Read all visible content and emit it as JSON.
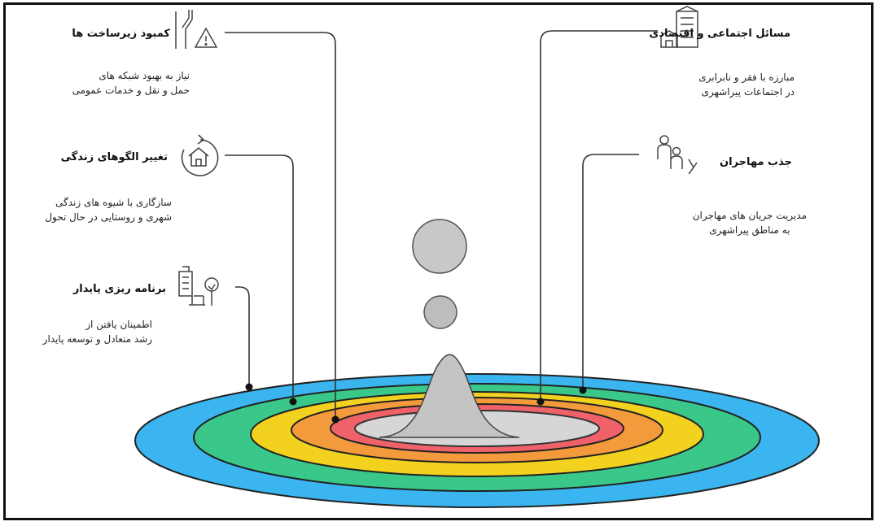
{
  "items": {
    "infrastructure": {
      "title": "کمبود زیرساخت ها",
      "desc": [
        "نیاز به بهبود شبکه های",
        "حمل و نقل و خدمات عمومی"
      ],
      "icon": "city-warning-icon"
    },
    "lifestyle": {
      "title": "تغییر الگوهای زندگی",
      "desc": [
        "سازگاری با شیوه های زندگی",
        "شهری و روستایی در حال تحول"
      ],
      "icon": "home-cycle-icon"
    },
    "sustainable": {
      "title": "برنامه ریزی پایدار",
      "desc": [
        "اطمینان یافتن از",
        "رشد متعادل و توسعه پایدار"
      ],
      "icon": "building-tree-icon"
    },
    "socioeconomic": {
      "title": "مسائل اجتماعی و اقتصادی",
      "desc": [
        "مبارزه با فقر و نابرابری",
        "در اجتماعات پیراشهری"
      ],
      "icon": "houses-icon"
    },
    "migrants": {
      "title": "جذب مهاجران",
      "desc": [
        "مدیریت جریان های مهاجران",
        "به مناطق پیراشهری"
      ],
      "icon": "people-arrow-icon"
    }
  },
  "rings": {
    "colors": [
      "#3ab5f0",
      "#39c78a",
      "#f3d21f",
      "#f29a3c",
      "#f0626a",
      "#cfcfcf"
    ]
  }
}
